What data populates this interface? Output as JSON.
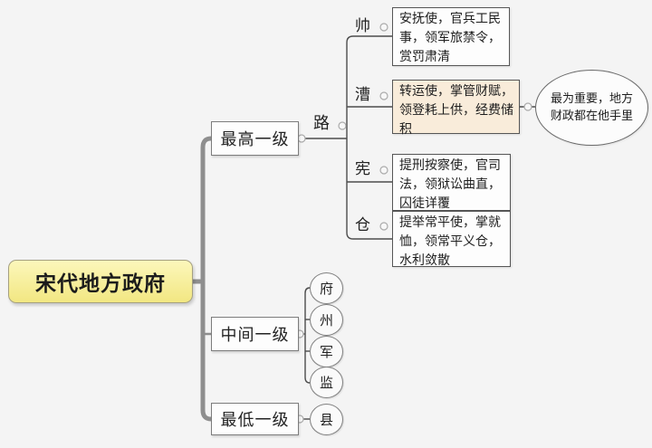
{
  "title": "宋代地方政府思维导图",
  "colors": {
    "background": "#f4f4f4",
    "root_fill": "#f2e782",
    "highlight_fill": "#f9ecda",
    "trunk_line": "#8e8e8e",
    "branch_line": "#4d4d4d",
    "node_border": "#7c7c7c"
  },
  "root": {
    "label": "宋代地方政府"
  },
  "tree": {
    "top": {
      "label": "最高一级",
      "node": "路",
      "children": [
        {
          "label": "帅",
          "desc": "安抚使，官兵工民事，领军旅禁令，赏罚肃清"
        },
        {
          "label": "漕",
          "desc": "转运使，掌管财赋，领登耗上供，经费储积",
          "highlighted": true,
          "note": "最为重要，地方财政都在他手里"
        },
        {
          "label": "宪",
          "desc": "提刑按察使，官司法，领狱讼曲直，囚徒详覆"
        },
        {
          "label": "仓",
          "desc": "提举常平使，掌就恤，领常平义仓，水利敛散"
        }
      ]
    },
    "middle": {
      "label": "中间一级",
      "children": [
        {
          "label": "府"
        },
        {
          "label": "州"
        },
        {
          "label": "军"
        },
        {
          "label": "监"
        }
      ]
    },
    "bottom": {
      "label": "最低一级",
      "children": [
        {
          "label": "县"
        }
      ]
    }
  }
}
